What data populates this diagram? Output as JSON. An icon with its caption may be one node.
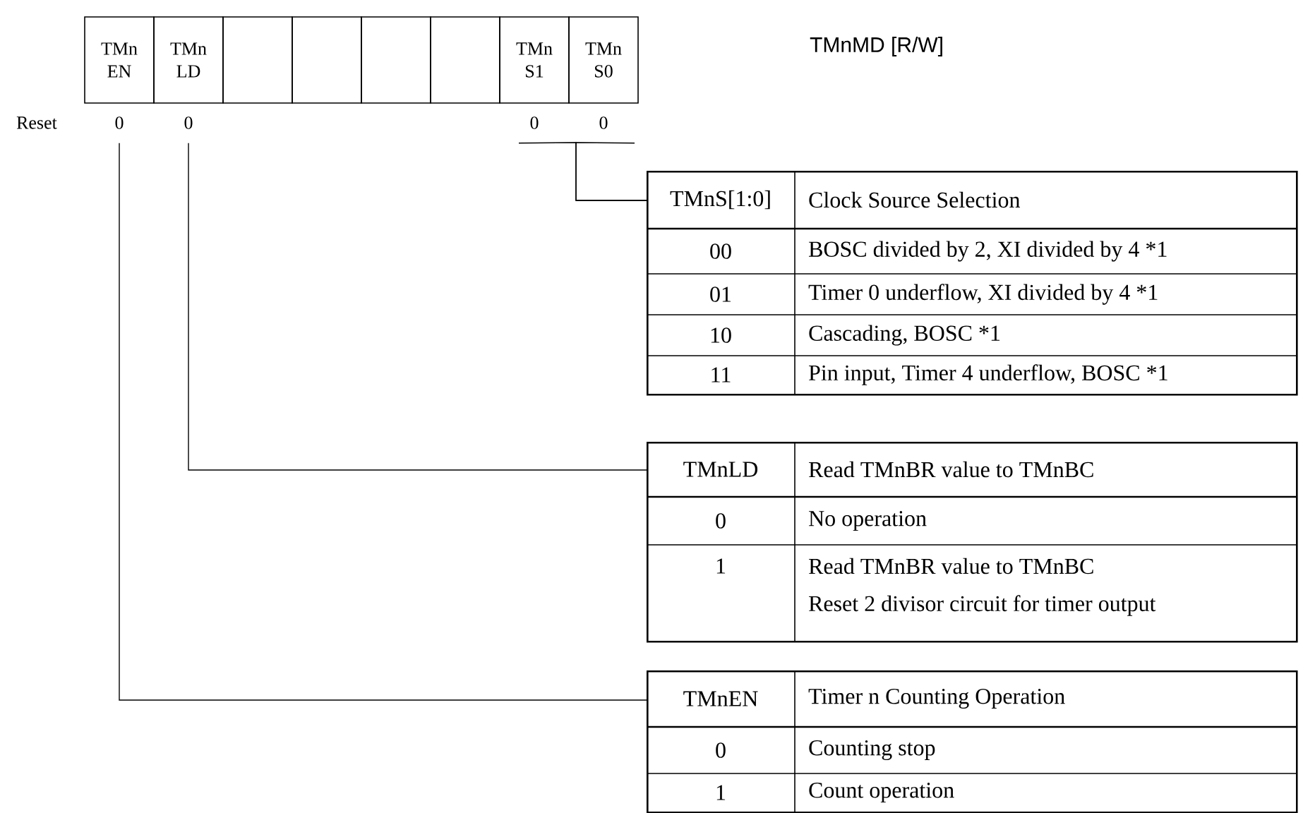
{
  "diagram": {
    "title": "TMnMD [R/W]",
    "nodes": [
      {
        "text": [
          "TMn EN"
        ],
        "beside": [
          "0"
        ]
      },
      {
        "text": [
          "TMn LD"
        ],
        "beside": [
          "0"
        ]
      },
      {
        "text": [],
        "shape": "box"
      },
      {
        "text": [],
        "shape": "box"
      },
      {
        "text": [],
        "shape": "box"
      },
      {
        "text": [],
        "shape": "box"
      },
      {
        "text": [
          "TMn S1"
        ],
        "beside": [
          "0"
        ]
      },
      {
        "text": [
          "TMn S0"
        ],
        "beside": [
          "0"
        ]
      },
      {
        "text": [
          "TMnS[1:0]",
          "Clock Source Selection",
          "00",
          "BOSC divided by 2, XI divided by 4 *1",
          "01",
          "Timer 0 underflow, XI divided by 4 *1",
          "10",
          "Cascading, BOSC *1",
          "11",
          "Pin input, Timer 4 underflow, BOSC *1"
        ]
      },
      {
        "text": [
          "TMnLD",
          "Read TMnBR value to TMnBC",
          "0",
          "No operation",
          "1",
          "Read TMnBR value to TMnBC",
          "Reset 2 divisor circuit for timer output"
        ]
      },
      {
        "text": [
          "TMnEN",
          "Timer n Counting Operation",
          "0",
          "Counting stop",
          "1",
          "Count operation"
        ]
      }
    ],
    "edges": [
      {
        "from": 0,
        "to": 10,
        "arrow": "none"
      },
      {
        "from": 1,
        "to": 9,
        "arrow": "none"
      },
      {
        "from": 6,
        "to": 8,
        "arrow": "none"
      },
      {
        "from": 7,
        "to": 8,
        "arrow": "none"
      }
    ],
    "labels": [
      "Reset"
    ]
  }
}
